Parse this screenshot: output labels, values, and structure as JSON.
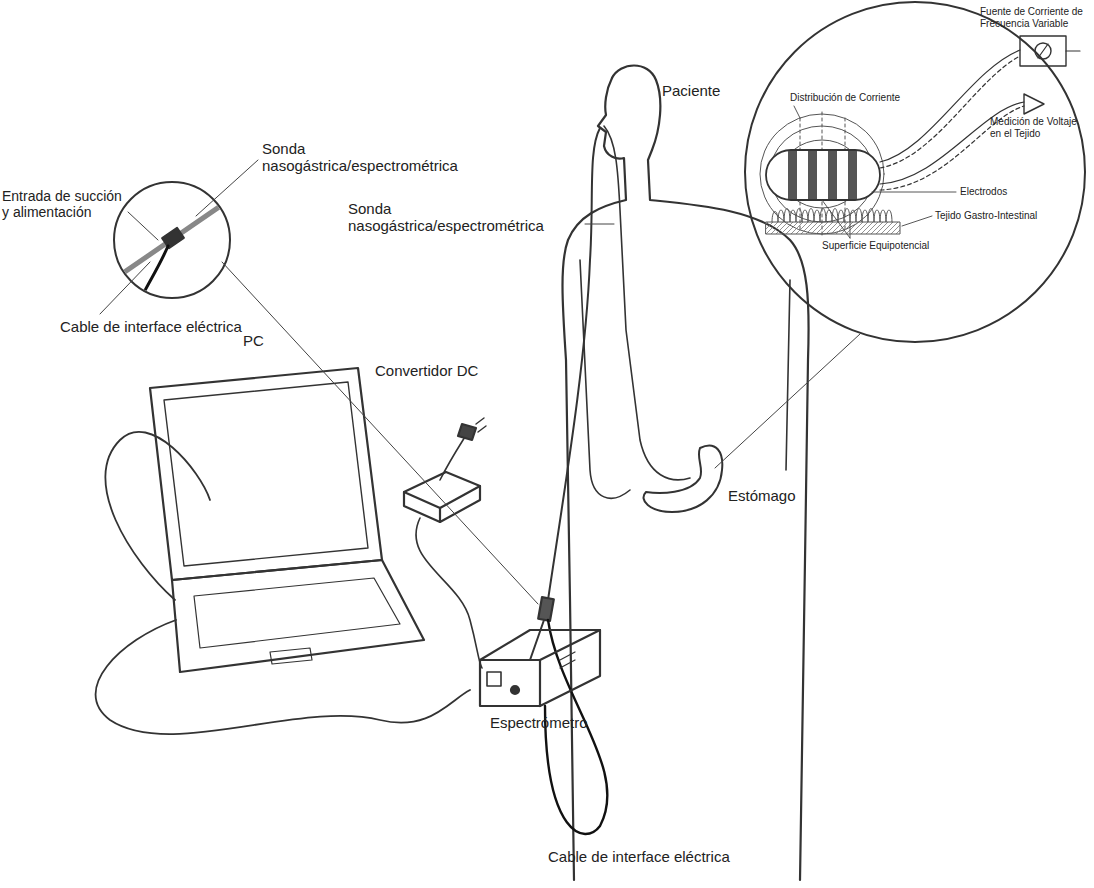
{
  "diagram": {
    "labels": [
      "Sonda nasogástrica/espectrométrica",
      "Entrada de succión y alimentación",
      "Cable de interface eléctrica",
      "Sonda nasogástrica/espectrométrica",
      "Paciente",
      "PC",
      "Convertidor DC",
      "Estómago",
      "Espectrómetro",
      "Cable de interface eléctrica",
      "Fuente de Corriente de Frecuencia Variable",
      "Distribución de Corriente",
      "Medición de Voltaje en el Tejido",
      "Electrodos",
      "Tejido Gastro-Intestinal",
      "Superficie Equipotencial"
    ]
  }
}
